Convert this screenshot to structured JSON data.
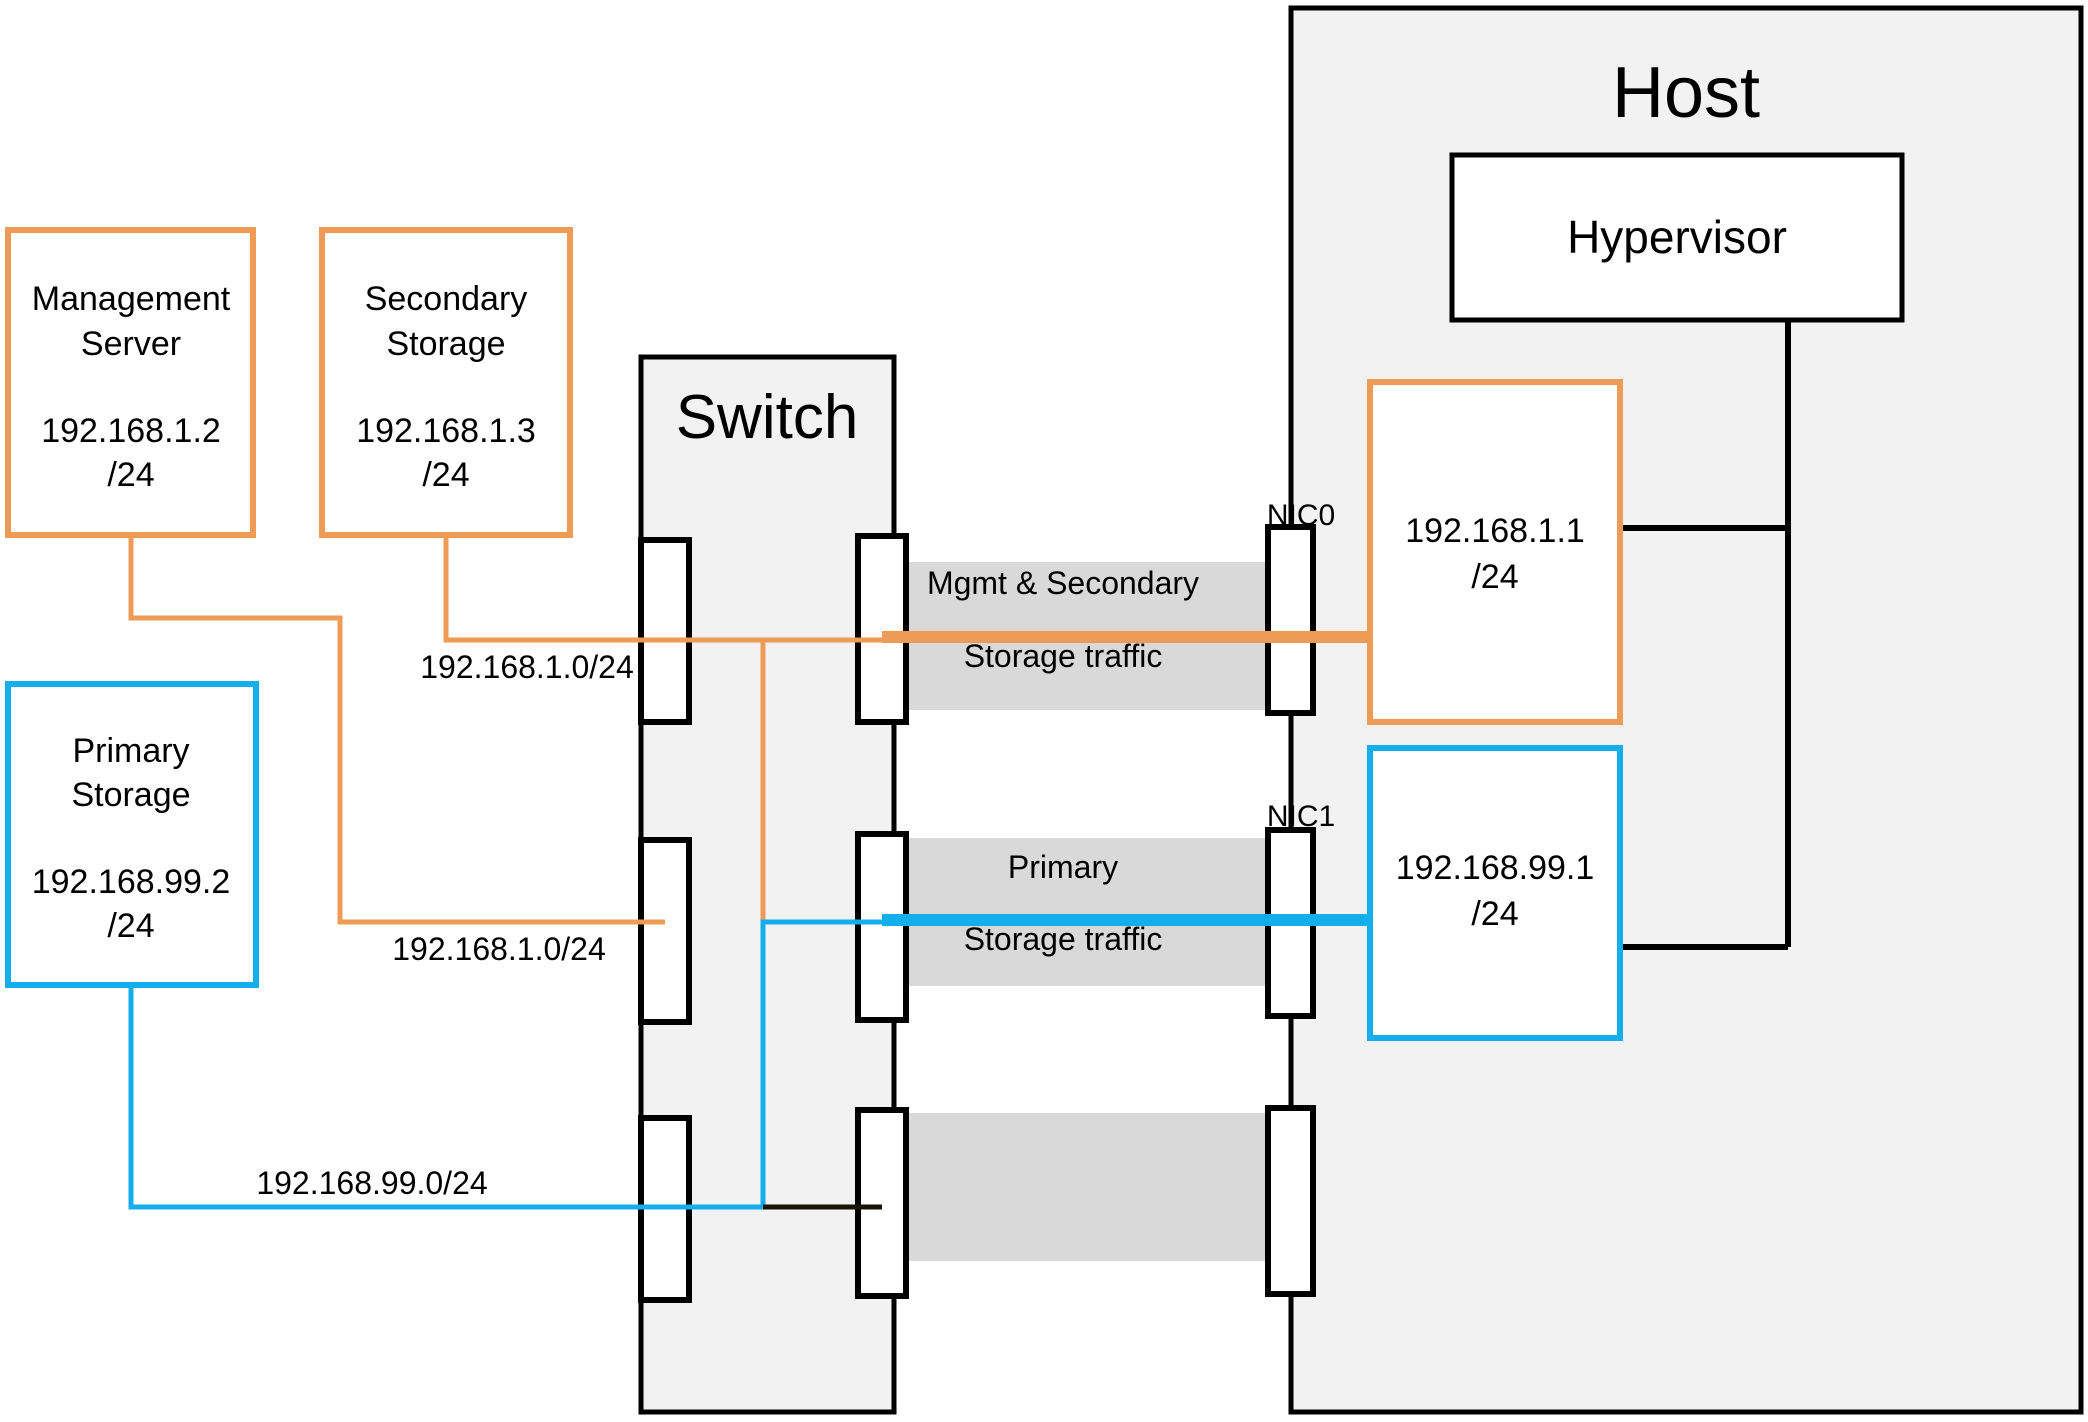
{
  "diagram": {
    "title": "CloudStack basic network topology with management and storage traffic separation",
    "colors": {
      "orange": "#ED9B56",
      "blue": "#13AEEB",
      "black": "#000000",
      "band_gray": "#D9D9D9",
      "panel_gray": "#F2F2F2",
      "white": "#FFFFFF"
    }
  },
  "nodes": {
    "management_server": {
      "name": "Management\nServer",
      "line1": "Management",
      "line2": "Server",
      "ip": "192.168.1.2",
      "mask": "/24",
      "border_color": "#ED9B56"
    },
    "secondary_storage": {
      "line1": "Secondary",
      "line2": "Storage",
      "ip": "192.168.1.3",
      "mask": "/24",
      "border_color": "#ED9B56"
    },
    "primary_storage": {
      "line1": "Primary",
      "line2": "Storage",
      "ip": "192.168.99.2",
      "mask": "/24",
      "border_color": "#13AEEB"
    },
    "switch": {
      "title": "Switch"
    },
    "host": {
      "title": "Host",
      "hypervisor_label": "Hypervisor",
      "nic0_label": "NIC0",
      "nic1_label": "NIC1",
      "nic0_network": {
        "ip": "192.168.1.1",
        "mask": "/24",
        "border_color": "#ED9B56"
      },
      "nic1_network": {
        "ip": "192.168.99.1",
        "mask": "/24",
        "border_color": "#13AEEB"
      }
    }
  },
  "traffic_bands": [
    {
      "id": "mgmt-secondary",
      "line1": "Mgmt & Secondary",
      "line2": "Storage traffic",
      "color": "#ED9B56"
    },
    {
      "id": "primary",
      "line1": "Primary",
      "line2": "Storage traffic",
      "color": "#13AEEB"
    },
    {
      "id": "unlabeled",
      "line1": "",
      "line2": "",
      "color": "#000000"
    }
  ],
  "link_labels": {
    "mgmt_subnet": "192.168.1.0/24",
    "secondary_subnet": "192.168.1.0/24",
    "primary_subnet": "192.168.99.0/24"
  }
}
